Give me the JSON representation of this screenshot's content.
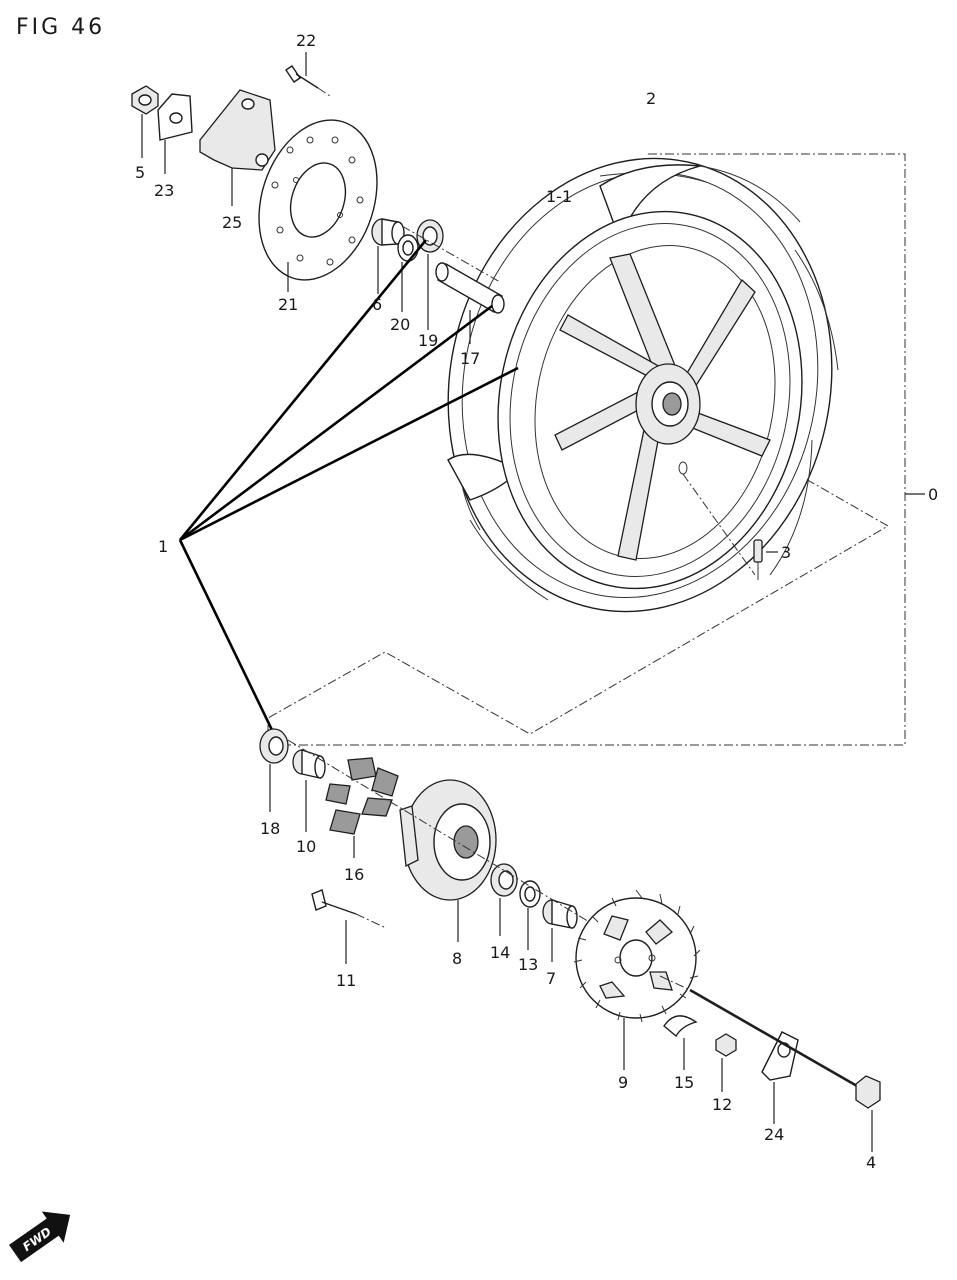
{
  "figure": {
    "title": "FIG 46"
  },
  "fwd_badge": {
    "text": "FWD"
  },
  "callouts": [
    "0",
    "1",
    "1-1",
    "2",
    "3",
    "4",
    "5",
    "6",
    "7",
    "8",
    "9",
    "10",
    "11",
    "12",
    "13",
    "14",
    "15",
    "16",
    "17",
    "18",
    "19",
    "20",
    "21",
    "22",
    "23",
    "24",
    "25"
  ]
}
